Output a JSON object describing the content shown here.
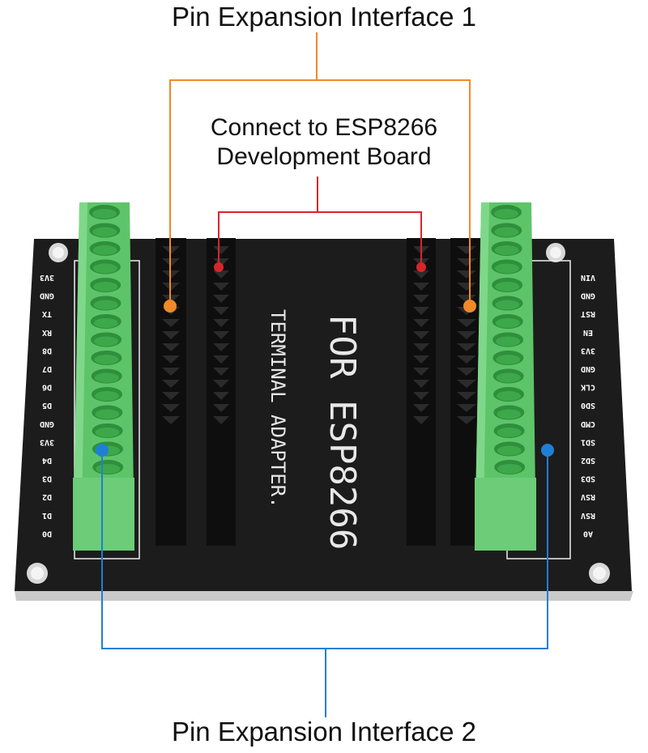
{
  "annotations": {
    "interface_1": "Pin Expansion Interface 1",
    "interface_2": "Pin Expansion Interface 2",
    "connect_line1": "Connect to ESP8266",
    "connect_line2": "Development Board"
  },
  "board": {
    "silkscreen_line1": "FOR ESP8266",
    "silkscreen_line2": "TERMINAL ADAPTER.",
    "left_pins": [
      "3V3",
      "GND",
      "TX",
      "RX",
      "D8",
      "D7",
      "D6",
      "D5",
      "GND",
      "3V3",
      "D4",
      "D3",
      "D2",
      "D1",
      "D0"
    ],
    "right_pins": [
      "VIN",
      "GND",
      "RST",
      "EN",
      "3V3",
      "GND",
      "CLK",
      "SD0",
      "CMD",
      "SD1",
      "SD2",
      "SD3",
      "RSV",
      "RSV",
      "A0"
    ]
  },
  "colors": {
    "interface_1_line": "#f0892a",
    "connect_line": "#d9252a",
    "interface_2_line": "#1f7fd6",
    "terminal_green": "#5ec46a",
    "board_black": "#1c1c1c"
  }
}
